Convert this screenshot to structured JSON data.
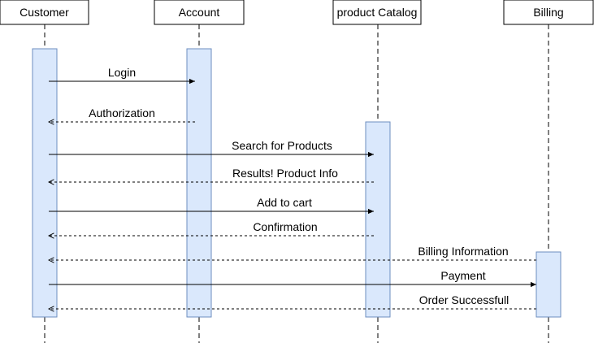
{
  "participants": [
    {
      "id": "customer",
      "name": "Customer"
    },
    {
      "id": "account",
      "name": "Account"
    },
    {
      "id": "catalog",
      "name": "product Catalog"
    },
    {
      "id": "billing",
      "name": "Billing"
    }
  ],
  "messages": [
    {
      "from": "customer",
      "to": "account",
      "label": "Login",
      "kind": "call"
    },
    {
      "from": "account",
      "to": "customer",
      "label": "Authorization",
      "kind": "reply"
    },
    {
      "from": "customer",
      "to": "catalog",
      "label": "Search for Products",
      "kind": "call"
    },
    {
      "from": "catalog",
      "to": "customer",
      "label": "Results! Product Info",
      "kind": "reply"
    },
    {
      "from": "customer",
      "to": "catalog",
      "label": "Add to cart",
      "kind": "call"
    },
    {
      "from": "catalog",
      "to": "customer",
      "label": "Confirmation",
      "kind": "reply"
    },
    {
      "from": "billing",
      "to": "customer",
      "label": "Billing Information",
      "kind": "reply"
    },
    {
      "from": "customer",
      "to": "billing",
      "label": "Payment",
      "kind": "call"
    },
    {
      "from": "billing",
      "to": "customer",
      "label": "Order Successfull",
      "kind": "reply"
    }
  ],
  "colors": {
    "activation_fill": "#dae8fc",
    "activation_stroke": "#6c8ebf",
    "line": "#000000"
  }
}
